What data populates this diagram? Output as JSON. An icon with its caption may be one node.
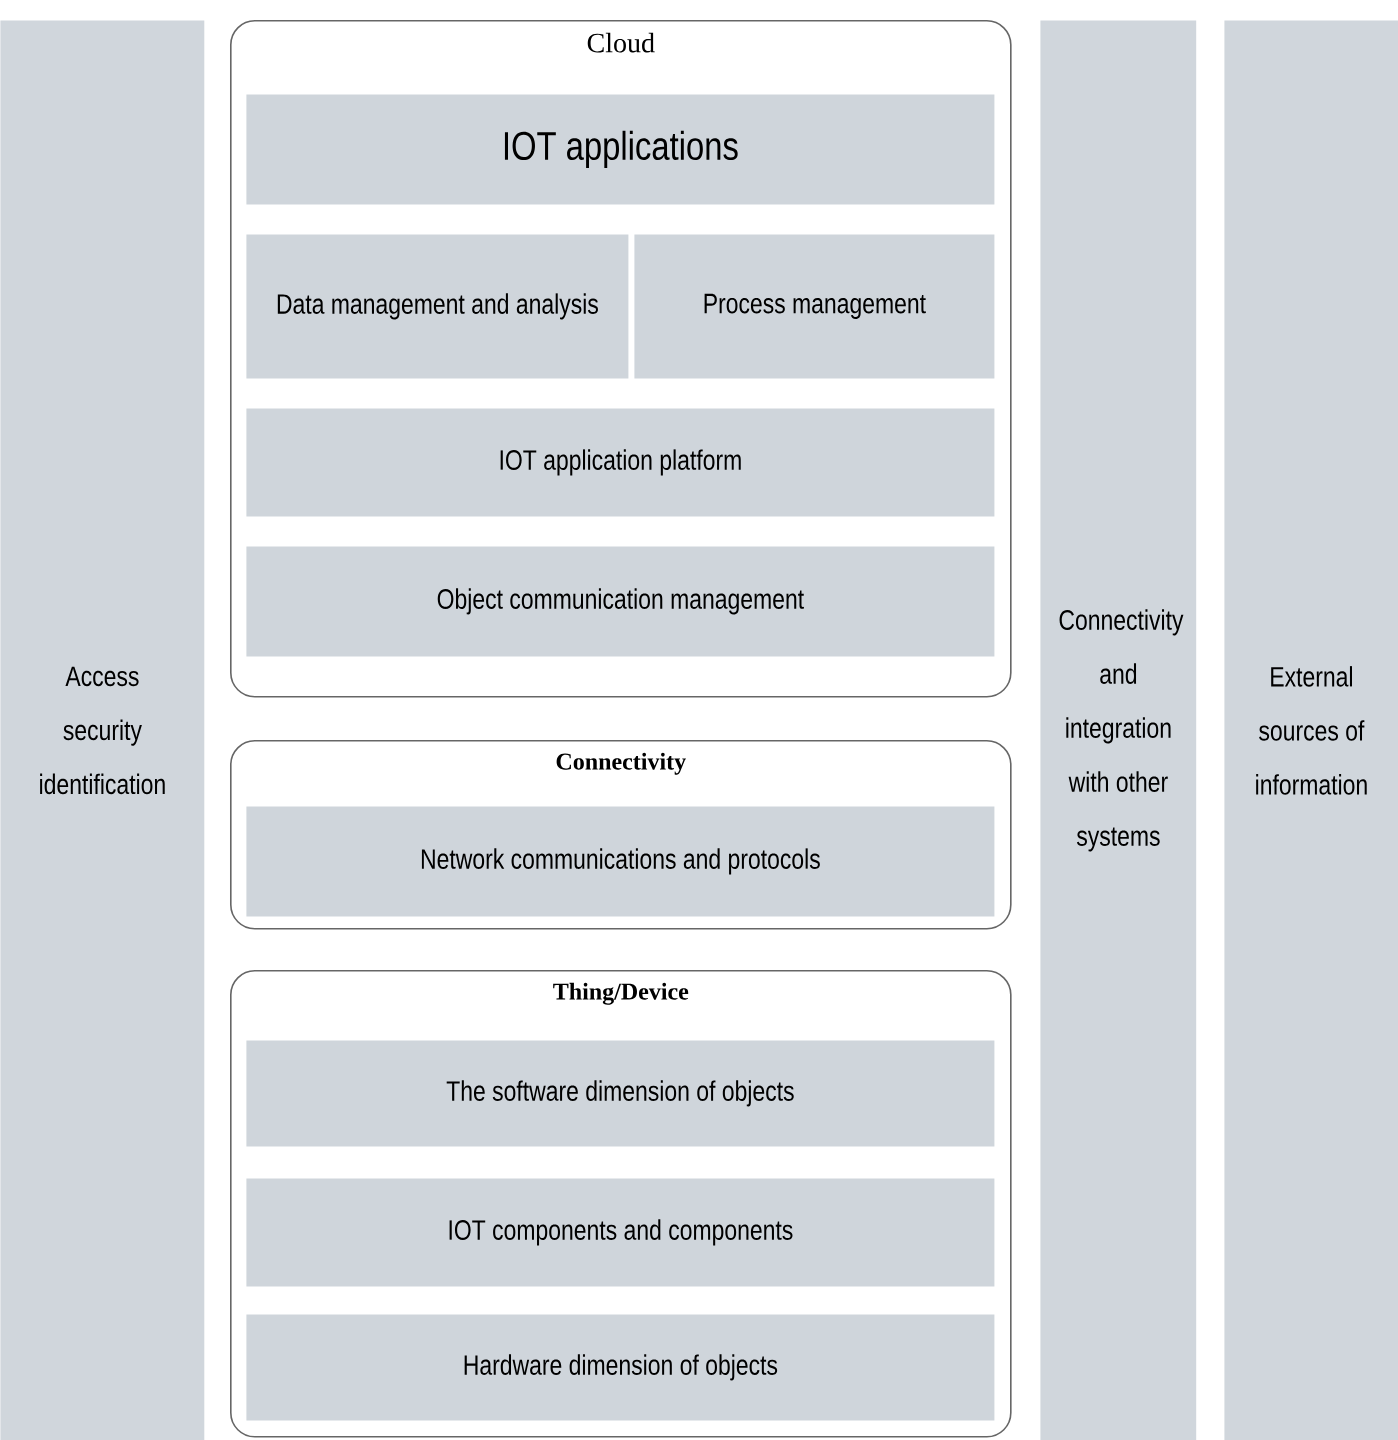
{
  "diagram": {
    "nodes": [
      {
        "text": [
          "Access security identification"
        ]
      },
      {
        "text": [
          "Cloud"
        ]
      },
      {
        "text": [
          "IOT applications"
        ],
        "in": 1
      },
      {
        "text": [
          "Data management and analysis"
        ],
        "in": 1
      },
      {
        "text": [
          "Process management"
        ],
        "in": 1
      },
      {
        "text": [
          "IOT application platform"
        ],
        "in": 1
      },
      {
        "text": [
          "Object communication management"
        ],
        "in": 1
      },
      {
        "text": [
          "Connectivity"
        ]
      },
      {
        "text": [
          "Network communications and protocols"
        ],
        "in": 7
      },
      {
        "text": [
          "Thing/Device"
        ]
      },
      {
        "text": [
          "The software dimension of objects"
        ],
        "in": 9
      },
      {
        "text": [
          "IOT components and components"
        ],
        "in": 9
      },
      {
        "text": [
          "Hardware dimension of objects"
        ],
        "in": 9
      },
      {
        "text": [
          "Connectivity and integration with other systems"
        ]
      },
      {
        "text": [
          "External sources of information"
        ]
      }
    ]
  }
}
